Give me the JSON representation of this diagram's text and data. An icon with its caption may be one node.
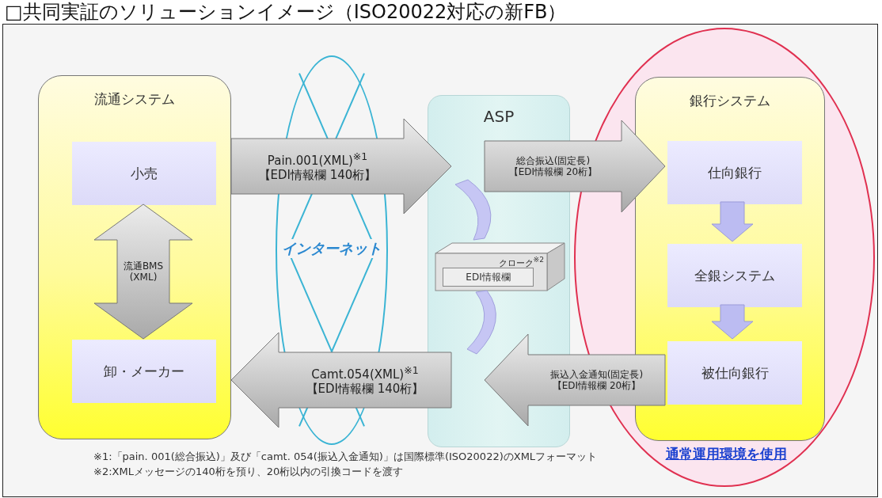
{
  "diagram": {
    "title": "□共同実証のソリューションイメージ（ISO20022対応の新FB）",
    "nodes": [
      {
        "text": [
          "流通システム"
        ]
      },
      {
        "text": [
          "小売"
        ],
        "in": 0
      },
      {
        "text": [
          "卸・メーカー"
        ],
        "in": 0
      },
      {
        "text": [
          "インターネット"
        ]
      },
      {
        "text": [
          "ASP"
        ]
      },
      {
        "text": [
          "クローク$^{※2}$"
        ],
        "in": 4
      },
      {
        "text": [
          "EDI情報欄"
        ],
        "in": 5
      },
      {
        "text": [
          "通常運用環境を使用"
        ]
      },
      {
        "text": [
          "銀行システム"
        ],
        "in": 7
      },
      {
        "text": [
          "仕向銀行"
        ],
        "in": 8
      },
      {
        "text": [
          "全銀システム"
        ],
        "in": 8
      },
      {
        "text": [
          "被仕向銀行"
        ],
        "in": 8
      },
      {
        "text": [],
        "shape": "arc",
        "in": 4
      },
      {
        "text": [],
        "shape": "arc",
        "in": 4
      }
    ],
    "edges": [
      {
        "from": 1,
        "to": 2,
        "arrow": "both",
        "label": "流通BMS (XML)"
      },
      {
        "from": 0,
        "to": 4,
        "arrow": "to",
        "label": "Pain.001(XML)$^{※1}$ 【EDI情報欄 140桁】"
      },
      {
        "from": 4,
        "to": 9,
        "arrow": "to",
        "label": "総合振込(固定長) 【EDI情報欄 20桁】"
      },
      {
        "from": 9,
        "to": 10,
        "arrow": "to",
        "color": "#bcbcf2"
      },
      {
        "from": 10,
        "to": 11,
        "arrow": "to",
        "color": "#bcbcf2"
      },
      {
        "from": 11,
        "to": 4,
        "arrow": "to",
        "label": "振込入金通知(固定長) 【EDI情報欄 20桁】"
      },
      {
        "from": 4,
        "to": 0,
        "arrow": "to",
        "label": "Camt.054(XML)$^{※1}$ 【EDI情報欄 140桁】"
      }
    ],
    "labels": [
      "※1:「pain. 001(総合振込)」及び「camt. 054(振込入金通知)」は国際標準(ISO20022)のXMLフォーマット",
      "※2:XMLメッセージの140桁を預り、20桁以内の引換コードを渡す"
    ]
  }
}
